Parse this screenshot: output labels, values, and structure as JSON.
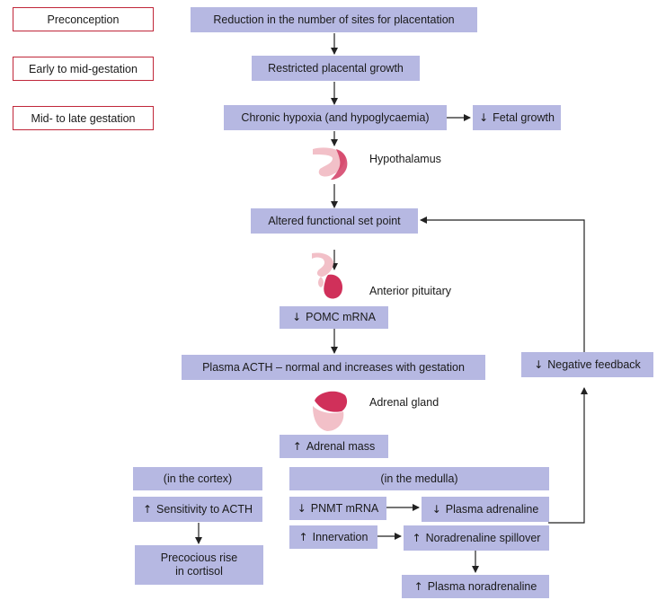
{
  "stages": [
    "Preconception",
    "Early to mid-gestation",
    "Mid- to late gestation"
  ],
  "boxes": {
    "reduction": "Reduction in the number of sites for placentation",
    "restricted": "Restricted placental growth",
    "chronic": "Chronic hypoxia (and hypoglycaemia)",
    "fetal": "Fetal growth",
    "altered": "Altered functional set point",
    "pomc": "POMC mRNA",
    "acth": "Plasma ACTH – normal and increases with gestation",
    "negfb": "Negative feedback",
    "adrenal_mass": "Adrenal mass",
    "cortex": "(in the cortex)",
    "sensitivity": "Sensitivity to ACTH",
    "precocious_1": "Precocious rise",
    "precocious_2": "in cortisol",
    "medulla": "(in the medulla)",
    "pnmt": "PNMT mRNA",
    "plasma_adr": "Plasma adrenaline",
    "innervation": "Innervation",
    "nor_spill": "Noradrenaline spillover",
    "plasma_nor": "Plasma noradrenaline"
  },
  "labels": {
    "hypothalamus": "Hypothalamus",
    "pituitary": "Anterior pituitary",
    "adrenal": "Adrenal gland"
  },
  "arrows": {
    "down": "↓",
    "up": "↑"
  },
  "icons": [
    "hypothalamus-icon",
    "pituitary-icon",
    "adrenal-gland-icon"
  ],
  "colors": {
    "box": "#b6b8e2",
    "stage_border": "#c0273a",
    "organ": "#d0305a"
  }
}
